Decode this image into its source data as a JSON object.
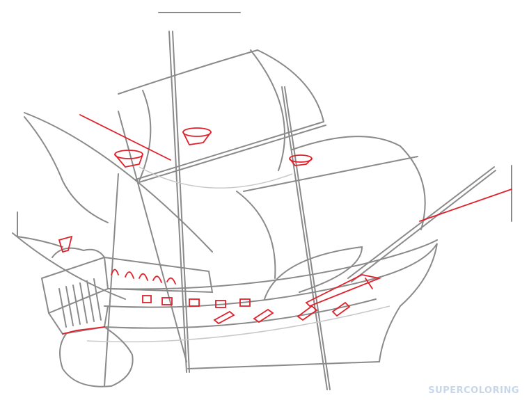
{
  "image": {
    "subject": "ship-drawing-step",
    "stroke_color": "#8a8a8a",
    "highlight_color": "#e0202a"
  },
  "watermark": {
    "text": "SUPERCOLORING",
    "letters": [
      "S",
      "U",
      "P",
      "E",
      "R",
      "C",
      "O",
      "L",
      "O",
      "R",
      "I",
      "N",
      "G"
    ],
    "colors": [
      "#7fb8e6",
      "#f2c94c",
      "#e87fb0",
      "#8fd16f",
      "#f29a4c",
      "#c9a0e8",
      "#7fd6d6",
      "#f2c94c",
      "#e87fb0",
      "#7fb8e6",
      "#8fd16f",
      "#f29a4c",
      "#c9a0e8"
    ]
  }
}
